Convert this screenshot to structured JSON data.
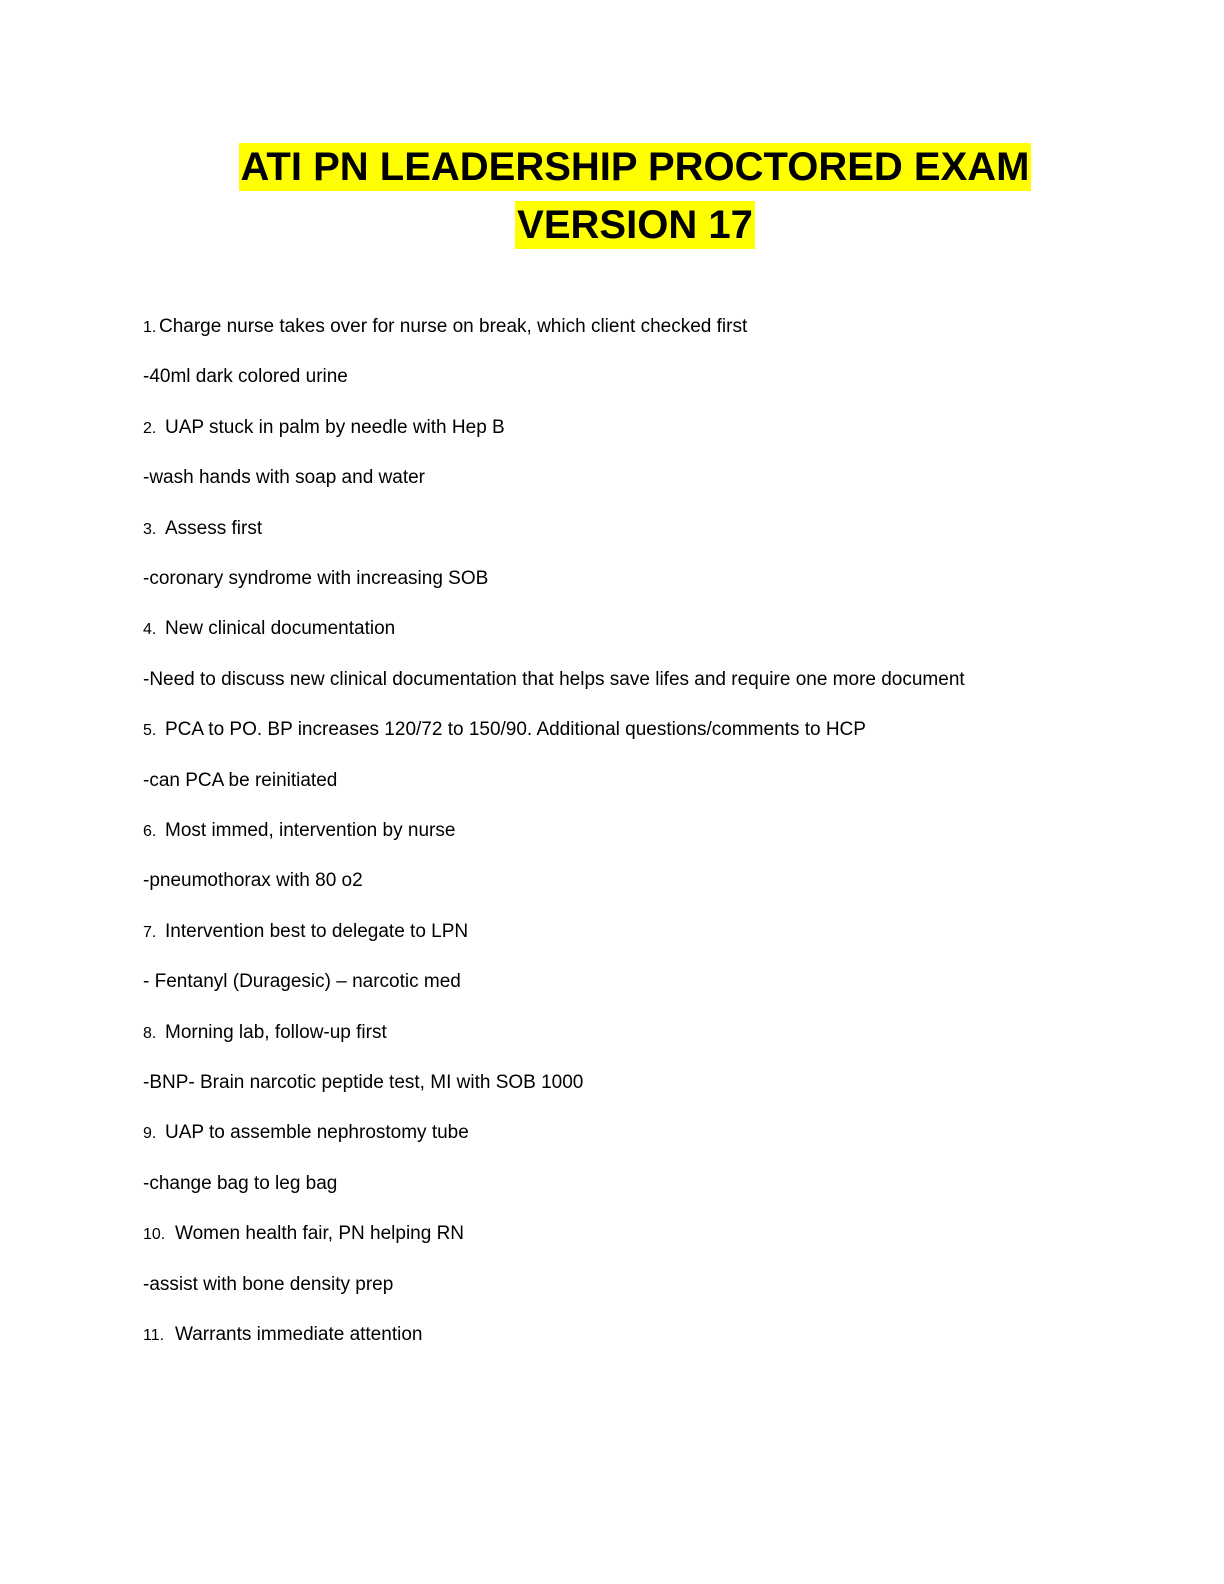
{
  "title": {
    "line1": "ATI PN LEADERSHIP PROCTORED EXAM",
    "line2": "VERSION 17",
    "highlight": "#ffff00"
  },
  "items": [
    {
      "num": "1.",
      "q": "Charge nurse takes over for nurse on break, which client checked first",
      "a": "-40ml dark colored urine"
    },
    {
      "num": "2.",
      "q": "UAP stuck in palm by needle with Hep B",
      "a": "-wash hands with soap and water"
    },
    {
      "num": "3.",
      "q": "Assess first",
      "a": "-coronary syndrome with increasing SOB"
    },
    {
      "num": "4.",
      "q": "New clinical documentation",
      "a": "-Need to discuss new clinical documentation that helps save lifes and require one more document"
    },
    {
      "num": "5.",
      "q": "PCA to PO. BP increases 120/72 to 150/90. Additional questions/comments to HCP",
      "a": "-can PCA be reinitiated"
    },
    {
      "num": "6.",
      "q": "Most immed, intervention by nurse",
      "a": "-pneumothorax with 80 o2"
    },
    {
      "num": "7.",
      "q": "Intervention best to delegate to LPN",
      "a": "- Fentanyl (Duragesic) – narcotic med"
    },
    {
      "num": "8.",
      "q": "Morning lab, follow-up first",
      "a": "-BNP- Brain narcotic peptide test, MI with SOB 1000"
    },
    {
      "num": "9.",
      "q": "UAP to assemble nephrostomy tube",
      "a": "-change bag to leg bag"
    },
    {
      "num": "10.",
      "q": "Women health fair, PN helping RN",
      "a": "-assist with bone density prep"
    },
    {
      "num": "11.",
      "q": "Warrants immediate attention"
    }
  ]
}
